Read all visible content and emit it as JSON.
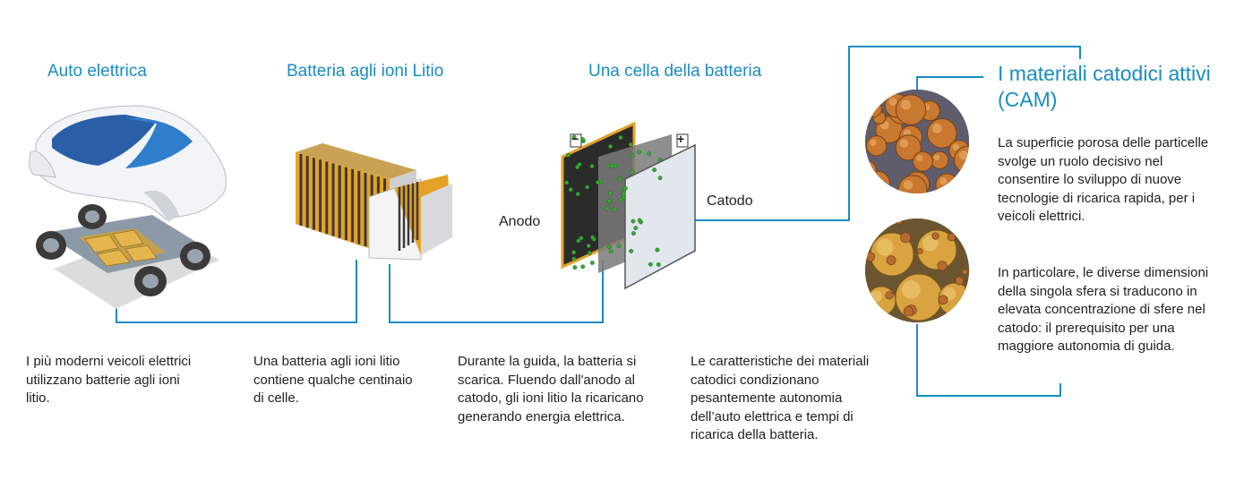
{
  "sections": [
    {
      "title": "Auto elettrica",
      "text": "I più moderni veicoli elettrici utilizzano batterie agli ioni litio."
    },
    {
      "title": "Batteria agli ioni Litio",
      "text": "Una batteria agli ioni litio contiene qualche centinaio di celle."
    },
    {
      "title": "Una cella della batteria",
      "text": "Durante la guida, la batteria si scarica. Fluendo dall'anodo al catodo, gli ioni litio la ricaricano generando energia elettrica."
    },
    {
      "title": "",
      "text": "Le caratteristiche dei materiali catodici condizionano pesantemente autonomia dell’auto elettrica e tempi di ricarica della batteria."
    }
  ],
  "cell_labels": {
    "anode": "Anodo",
    "cathode": "Catodo",
    "minus": "−",
    "plus": "+"
  },
  "cam": {
    "title": "I materiali catodici attivi (CAM)",
    "paragraph1": "La superficie porosa delle particelle svolge un ruolo decisivo nel consentire lo sviluppo di nuove tecnologie di ricarica rapida, per i veicoli elettrici.",
    "paragraph2": "In particolare, le diverse dimensioni della singola sfera si traducono in elevata concentrazione di sfere nel catodo: il prerequisito per una maggiore autonomia di guida."
  },
  "colors": {
    "accent": "#1a8cc4",
    "battery_orange": "#e5a229",
    "anode_dark": "#2b2b2b",
    "ion_green": "#3aa836",
    "particles": "#c9782f"
  }
}
